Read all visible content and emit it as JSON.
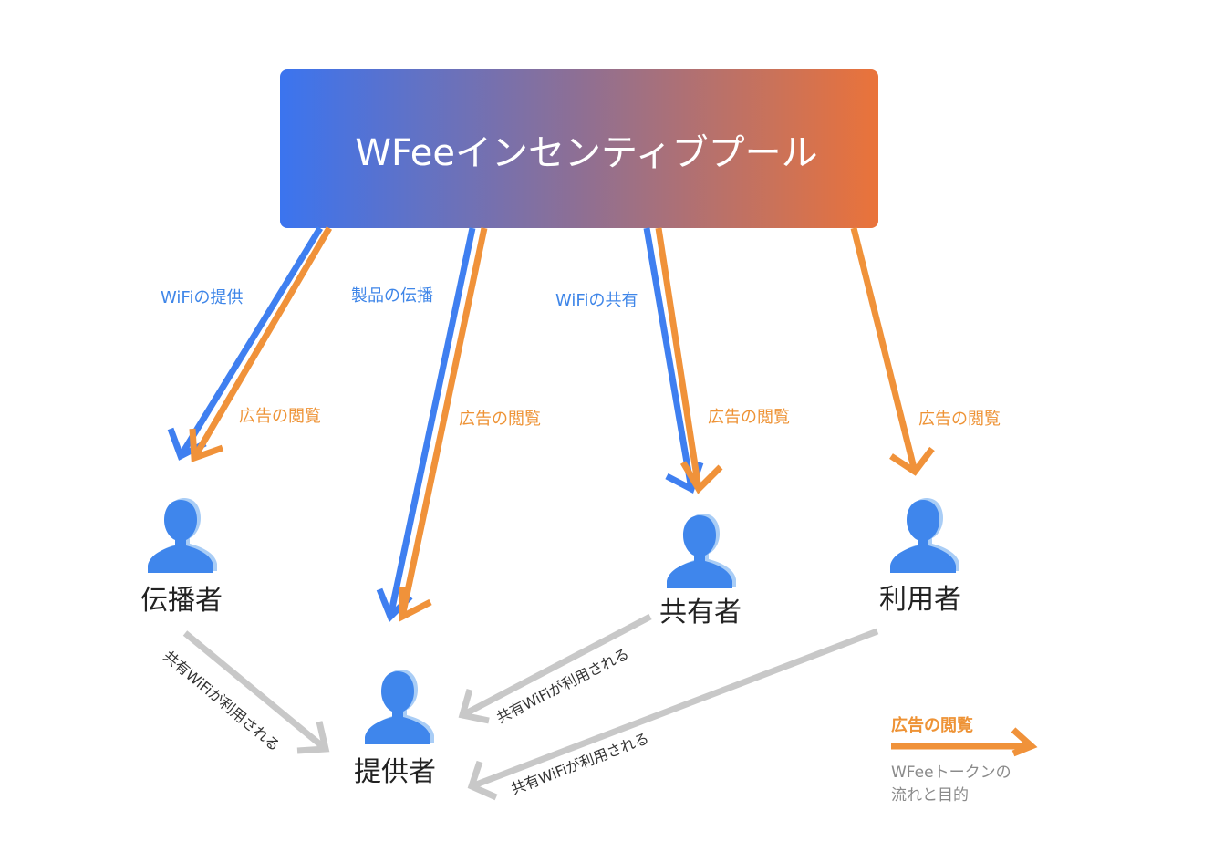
{
  "pool": {
    "title": "WFeeインセンティブプール",
    "gradient_start": "#3b74ef",
    "gradient_end": "#ea733a"
  },
  "roles": {
    "propagator": "伝播者",
    "provider": "提供者",
    "sharer": "共有者",
    "user": "利用者"
  },
  "flows": {
    "wifi_provide": "WiFiの提供",
    "product_propagation": "製品の伝播",
    "wifi_share": "WiFiの共有",
    "ad_view_1": "広告の閲覧",
    "ad_view_2": "広告の閲覧",
    "ad_view_3": "広告の閲覧",
    "ad_view_4": "広告の閲覧"
  },
  "usage": {
    "label_1": "共有WiFiが利用される",
    "label_2": "共有WiFiが利用される",
    "label_3": "共有WiFiが利用される"
  },
  "legend": {
    "title": "広告の閲覧",
    "line1": "WFeeトークンの",
    "line2": "流れと目的"
  },
  "colors": {
    "blue": "#3f7ff0",
    "orange": "#f0923a",
    "gray": "#c8c8c8",
    "person": "#3f86ec",
    "person_shadow": "#a9cdf6"
  },
  "icons": {
    "person": "person-icon"
  }
}
